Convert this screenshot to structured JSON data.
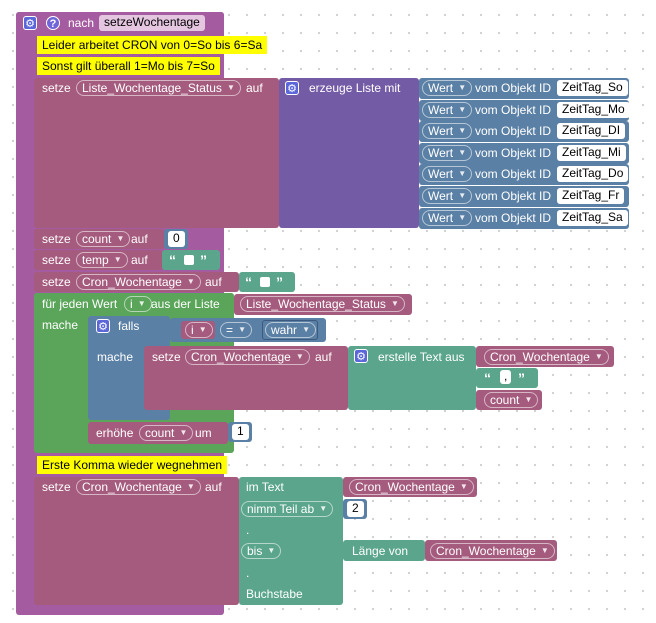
{
  "header": {
    "nach": "nach",
    "name": "setzeWochentage"
  },
  "comments": {
    "c1": "Leider arbeitet CRON von 0=So bis 6=Sa",
    "c2": "Sonst gilt überall 1=Mo bis 7=So",
    "c3": "Erste Komma wieder wegnehmen"
  },
  "kw": {
    "setze": "setze",
    "auf": "auf",
    "erzeuge": "erzeuge Liste mit",
    "vom": "vom Objekt ID",
    "fuer": "für jeden Wert",
    "aus": "aus der Liste",
    "mache": "mache",
    "falls": "falls",
    "erstelle": "erstelle Text aus",
    "erhoehe": "erhöhe",
    "um": "um",
    "imtext": "im Text",
    "nimm": "nimm Teil ab",
    "bis": "bis",
    "dot": ".",
    "laenge": "Länge von",
    "buchstabe": "Buchstabe"
  },
  "vars": {
    "liste": "Liste_Wochentage_Status",
    "count": "count",
    "temp": "temp",
    "cron": "Cron_Wochentage",
    "i": "i"
  },
  "wert": "Wert",
  "ids": [
    "ZeitTag_So",
    "ZeitTag_Mo",
    "ZeitTag_DI",
    "ZeitTag_Mi",
    "ZeitTag_Do",
    "ZeitTag_Fr",
    "ZeitTag_Sa"
  ],
  "nums": {
    "zero": "0",
    "one": "1",
    "two": "2"
  },
  "eq": "=",
  "wahr": "wahr",
  "comma_text": ","
}
